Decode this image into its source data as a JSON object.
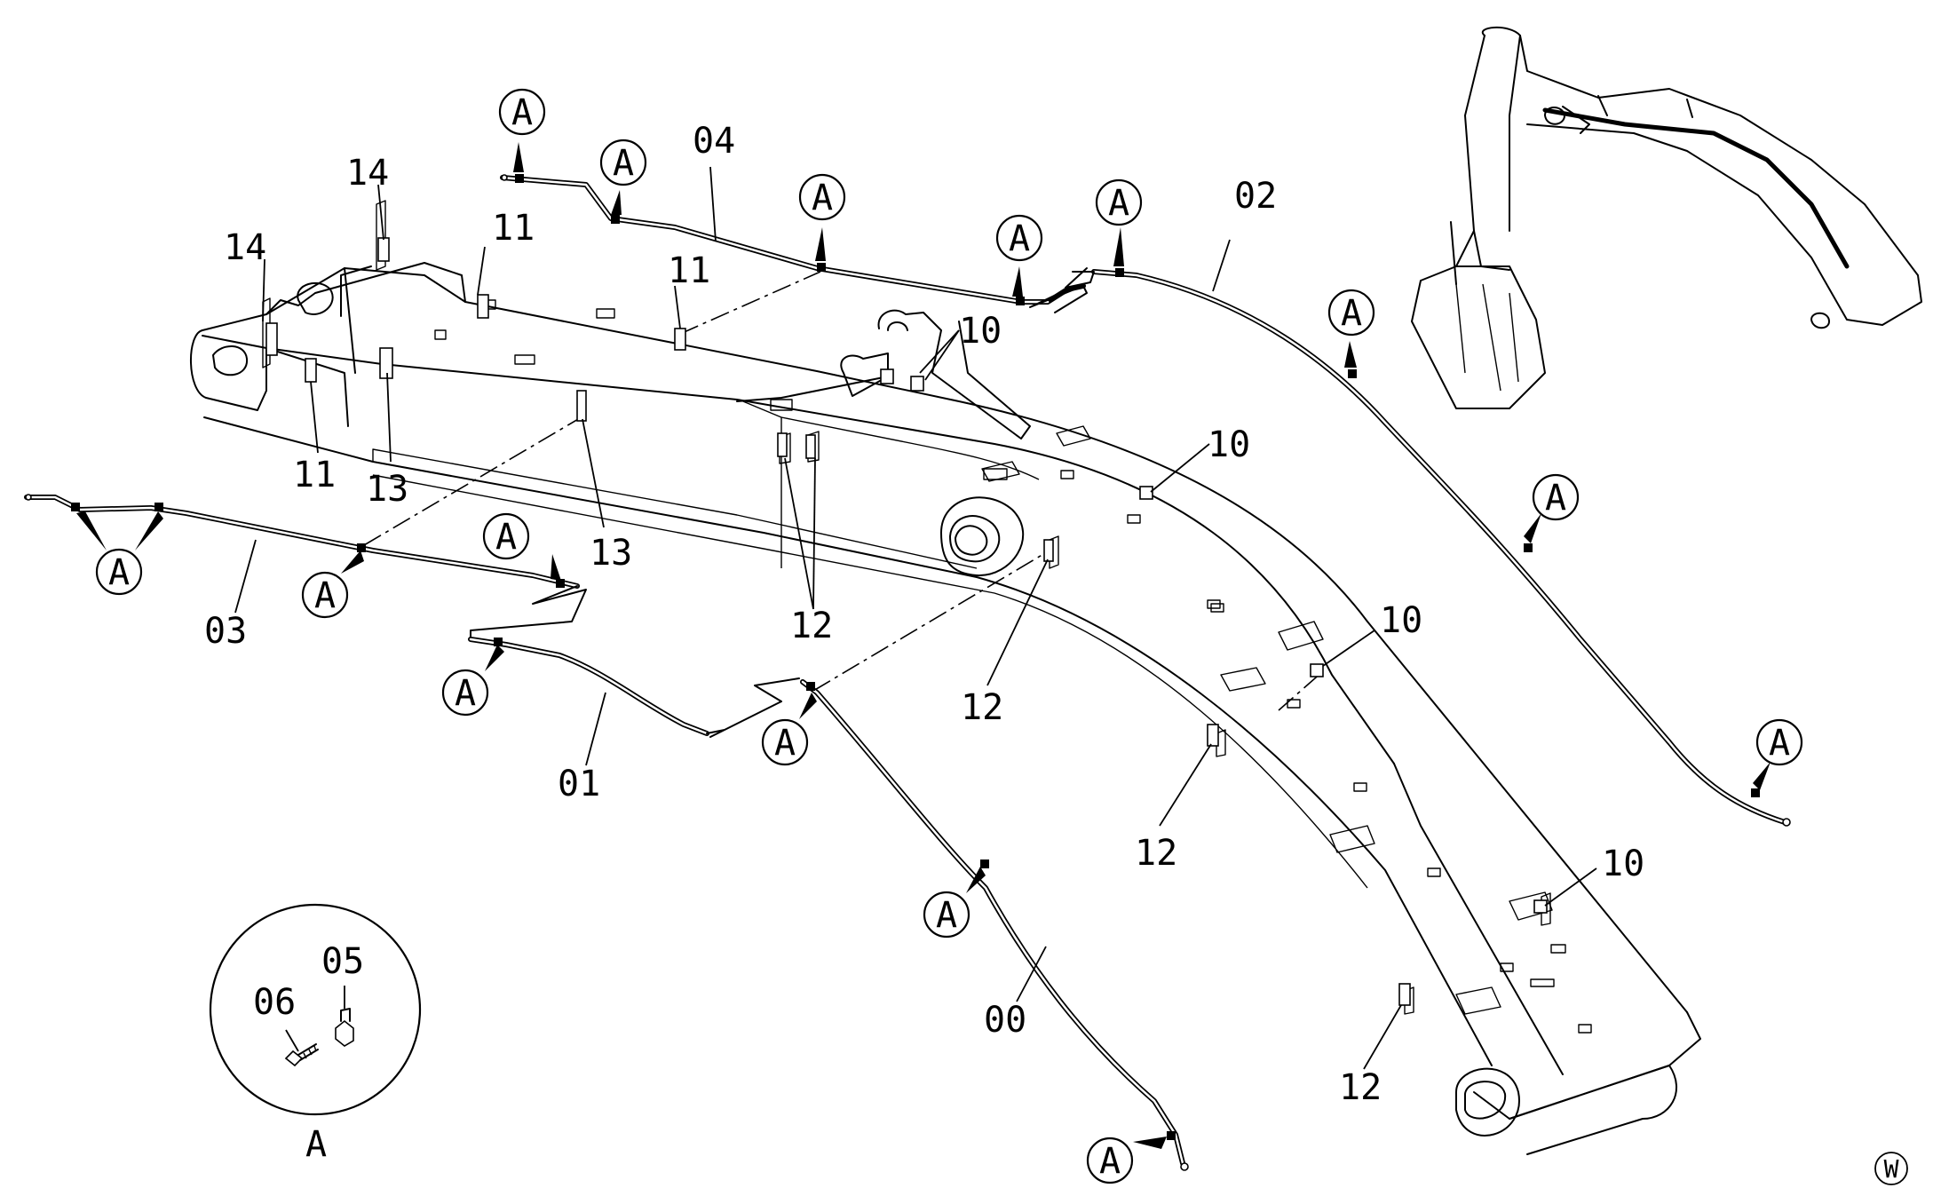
{
  "diagram": {
    "part_labels": {
      "p00": "00",
      "p01": "01",
      "p02": "02",
      "p03": "03",
      "p04": "04",
      "p05": "05",
      "p06": "06",
      "p10": "10",
      "p11": "11",
      "p12": "12",
      "p13": "13",
      "p14": "14"
    },
    "clamp_ref": "A",
    "detail_label": "A",
    "corner_mark": "W"
  }
}
